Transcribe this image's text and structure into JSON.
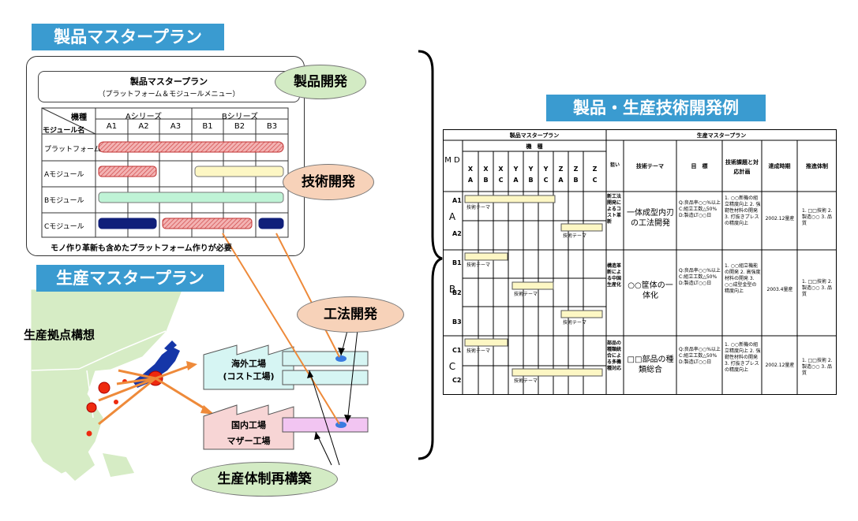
{
  "left": {
    "product_plan_title": "製品マスタープラン",
    "panel_title": "製品マスタープラン",
    "panel_subtitle": "（プラットフォーム＆モジュールメニュー）",
    "diag_top": "機種",
    "diag_bottom": "モジュール名",
    "series_a": "Aシリーズ",
    "series_b": "Bシリーズ",
    "models": [
      "A1",
      "A2",
      "A3",
      "B1",
      "B2",
      "B3"
    ],
    "rows": [
      "プラットフォーム",
      "Aモジュール",
      "Bモジュール",
      "Cモジュール"
    ],
    "footer": "モノ作り革新も含めたプラットフォーム作りが必要",
    "production_plan_title": "生産マスタープラン",
    "base_concept": "生産拠点構想",
    "overseas_factory_1": "海外工場",
    "overseas_factory_2": "(コスト工場)",
    "domestic_factory_1": "国内工場",
    "domestic_factory_2": "マザー工場",
    "oval_product_dev": "製品開発",
    "oval_tech_dev": "技術開発",
    "oval_process_dev": "工法開発",
    "oval_restructure": "生産体制再構築"
  },
  "right": {
    "title": "製品・生産技術開発例",
    "hdr_product": "製品マスタープラン",
    "hdr_production": "生産マスタープラン",
    "hdr_model": "機　種",
    "md": "M D",
    "cols_top": [
      "X",
      "X",
      "X",
      "Y",
      "Y",
      "Y",
      "Z",
      "Z",
      "Z"
    ],
    "cols_bot": [
      "A",
      "B",
      "C",
      "A",
      "B",
      "C",
      "A",
      "B",
      "C"
    ],
    "hdr_aim": "狙い",
    "hdr_theme": "技術テーマ",
    "hdr_goal": "目　標",
    "hdr_issue": "技術課題と対応計画",
    "hdr_time": "達成時期",
    "hdr_org": "推進体制",
    "groups": [
      {
        "letter": "A",
        "subs": [
          "A1",
          "A2"
        ],
        "aim": "新工法開発によるコスト革新",
        "theme": "一体成型内刃の工法開発",
        "goal": "Q:良品率○○%以上 C:組立工数△50% D:製造LT○○日",
        "issue": "1. ○○新機の組立精度向上 2. 強靭性材料の開発 3. 打抜きプレスの精度向上",
        "time": "2002.12量産",
        "org": "1. □□技術 2. 製造○○ 3. 品質"
      },
      {
        "letter": "B",
        "subs": [
          "B1",
          "B2",
          "B3"
        ],
        "aim": "構造革新による中国生産化",
        "theme": "○○筐体の一体化",
        "goal": "Q:良品率○○%以上 C:組立工数△50% D:製造LT○○日",
        "issue": "1. ○○組立機能の開発 2. 高強度材料の開発 3. ○○成型金型の精度向上",
        "time": "2003.4量産",
        "org": "1. □□技術 2. 製造○○ 3. 品質"
      },
      {
        "letter": "C",
        "subs": [
          "C1",
          "C2"
        ],
        "aim": "部品の種類統合による多機種対応",
        "theme": "□□部品の種類総合",
        "goal": "Q:良品率○○%以上 C:組立工数△50% D:製造LT○○日",
        "issue": "1. ○○新機の組立精度向上 2. 強靭性材料の開発 3. 打抜きプレスの精度向上",
        "time": "2002.12量産",
        "org": "1. □□技術 2. 製造○○ 3. 品質"
      }
    ],
    "bar_label": "技術テーマ"
  }
}
